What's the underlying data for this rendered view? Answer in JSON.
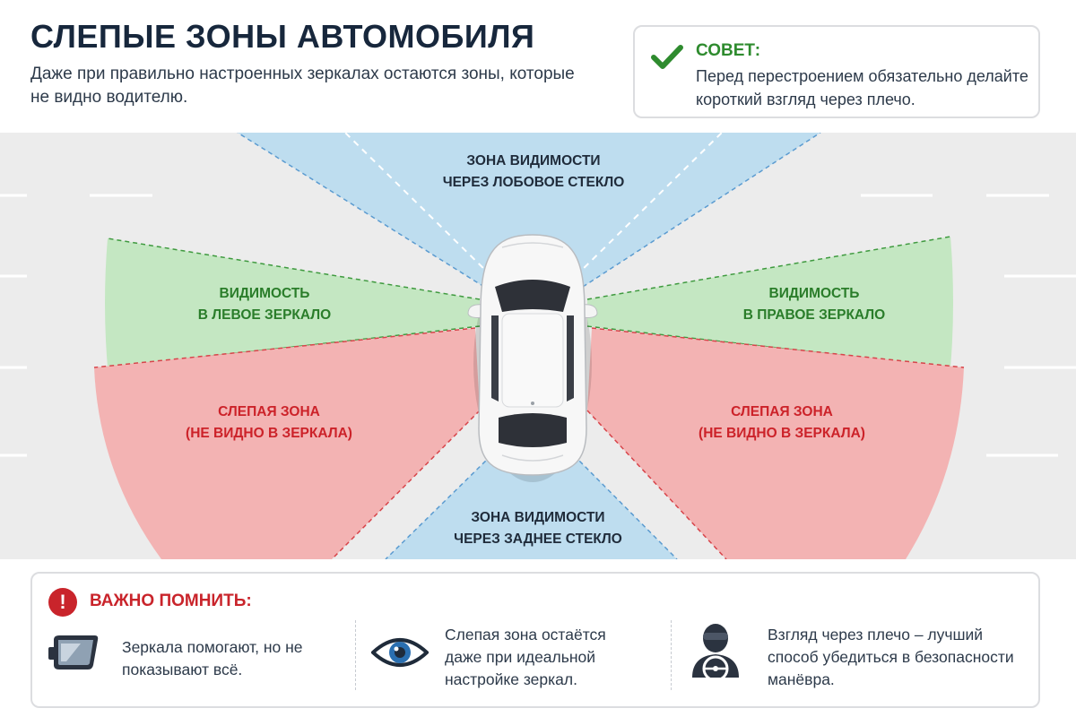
{
  "header": {
    "title": "СЛЕПЫЕ ЗОНЫ АВТОМОБИЛЯ",
    "subtitle": "Даже при правильно настроенных зеркалах остаются зоны, которые не видно водителю."
  },
  "tip": {
    "title": "СОВЕТ:",
    "text": "Перед перестроением обязательно делайте короткий взгляд через плечо."
  },
  "zones": {
    "front": {
      "line1": "ЗОНА ВИДИМОСТИ",
      "line2": "ЧЕРЕЗ ЛОБОВОЕ СТЕКЛО"
    },
    "rear": {
      "line1": "ЗОНА ВИДИМОСТИ",
      "line2": "ЧЕРЕЗ ЗАДНЕЕ СТЕКЛО"
    },
    "left_mirror": {
      "line1": "ВИДИМОСТЬ",
      "line2": "В ЛЕВОЕ ЗЕРКАЛО"
    },
    "right_mirror": {
      "line1": "ВИДИМОСТЬ",
      "line2": "В ПРАВОЕ ЗЕРКАЛО"
    },
    "left_blind": {
      "line1": "СЛЕПАЯ ЗОНА",
      "line2": "(НЕ ВИДНО В ЗЕРКАЛА)"
    },
    "right_blind": {
      "line1": "СЛЕПАЯ ЗОНА",
      "line2": "(НЕ ВИДНО В ЗЕРКАЛА)"
    }
  },
  "important": {
    "icon": "exclamation-icon",
    "title": "ВАЖНО ПОМНИТЬ:",
    "items": [
      {
        "icon": "mirror-icon",
        "text": "Зеркала помогают, но не показывают всё."
      },
      {
        "icon": "eye-icon",
        "text": "Слепая зона остаётся даже при идеальной настройке зеркал."
      },
      {
        "icon": "driver-icon",
        "text": "Взгляд через плечо – лучший способ убедиться в безопасности манёвра."
      }
    ]
  },
  "colors": {
    "title": "#17273c",
    "green_text": "#2a7d2a",
    "red_text": "#cc2229",
    "front_zone": "#bcdcef",
    "mirror_zone": "#c4e7c2",
    "blind_zone": "#f3b3b3",
    "road": "#ececec"
  }
}
